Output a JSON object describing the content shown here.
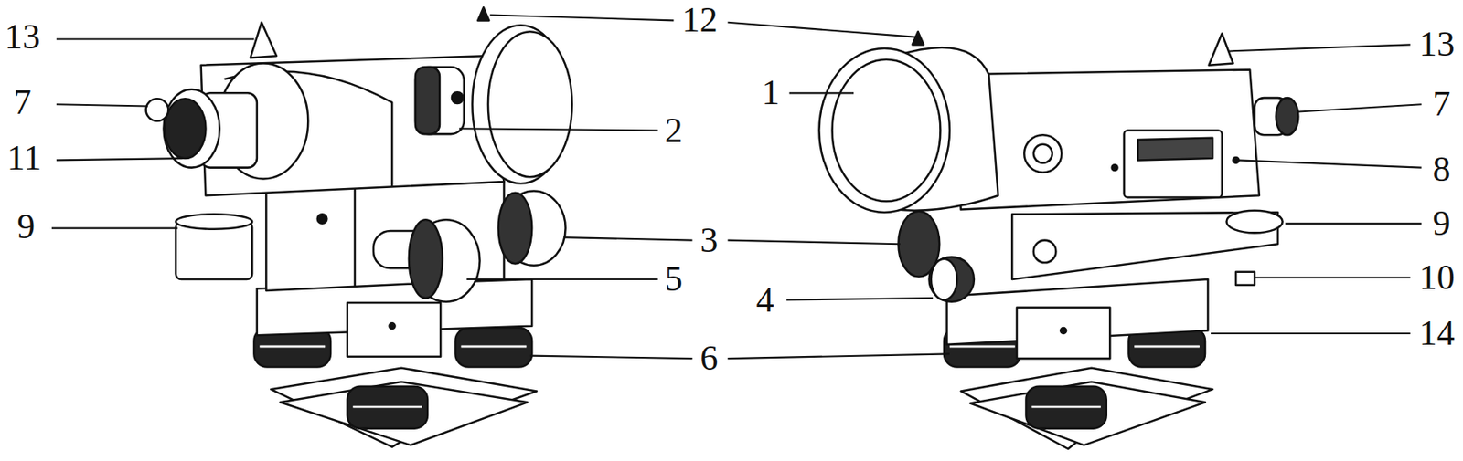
{
  "diagram": {
    "labels": [
      "13",
      "12",
      "13",
      "1",
      "7",
      "7",
      "2",
      "11",
      "8",
      "9",
      "3",
      "9",
      "5",
      "10",
      "4",
      "14",
      "6"
    ]
  }
}
